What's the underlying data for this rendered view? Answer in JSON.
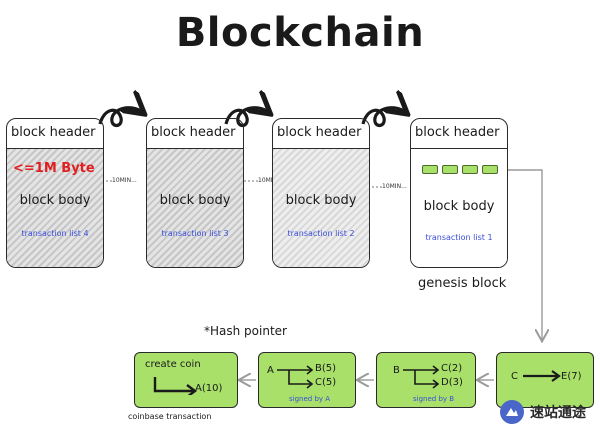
{
  "title": "Blockchain",
  "blocks": [
    {
      "header": "block header",
      "size_note": "<=1M Byte",
      "body": "block body",
      "tx": "transaction list 4"
    },
    {
      "header": "block header",
      "body": "block body",
      "tx": "transaction list 3"
    },
    {
      "header": "block header",
      "body": "block body",
      "tx": "transaction list 2"
    },
    {
      "header": "block header",
      "body": "block body",
      "tx": "transaction list 1"
    }
  ],
  "interval_labels": [
    "10MIN...",
    "10MIN...",
    "10MIN..."
  ],
  "genesis_label": "genesis block",
  "hash_pointer_label": "*Hash pointer",
  "transactions": [
    {
      "title": "create coin",
      "value": "A(10)",
      "caption": "coinbase transaction"
    },
    {
      "from": "A",
      "out1": "B(5)",
      "out2": "C(5)",
      "signed": "signed by A"
    },
    {
      "from": "B",
      "out1": "C(2)",
      "out2": "D(3)",
      "signed": "signed by B"
    },
    {
      "from": "C",
      "out1": "E(7)"
    }
  ],
  "watermark": "速站通途",
  "colors": {
    "tx_green": "#a8e06a",
    "size_red": "#e02020",
    "tx_blue": "#3a4fd8"
  }
}
